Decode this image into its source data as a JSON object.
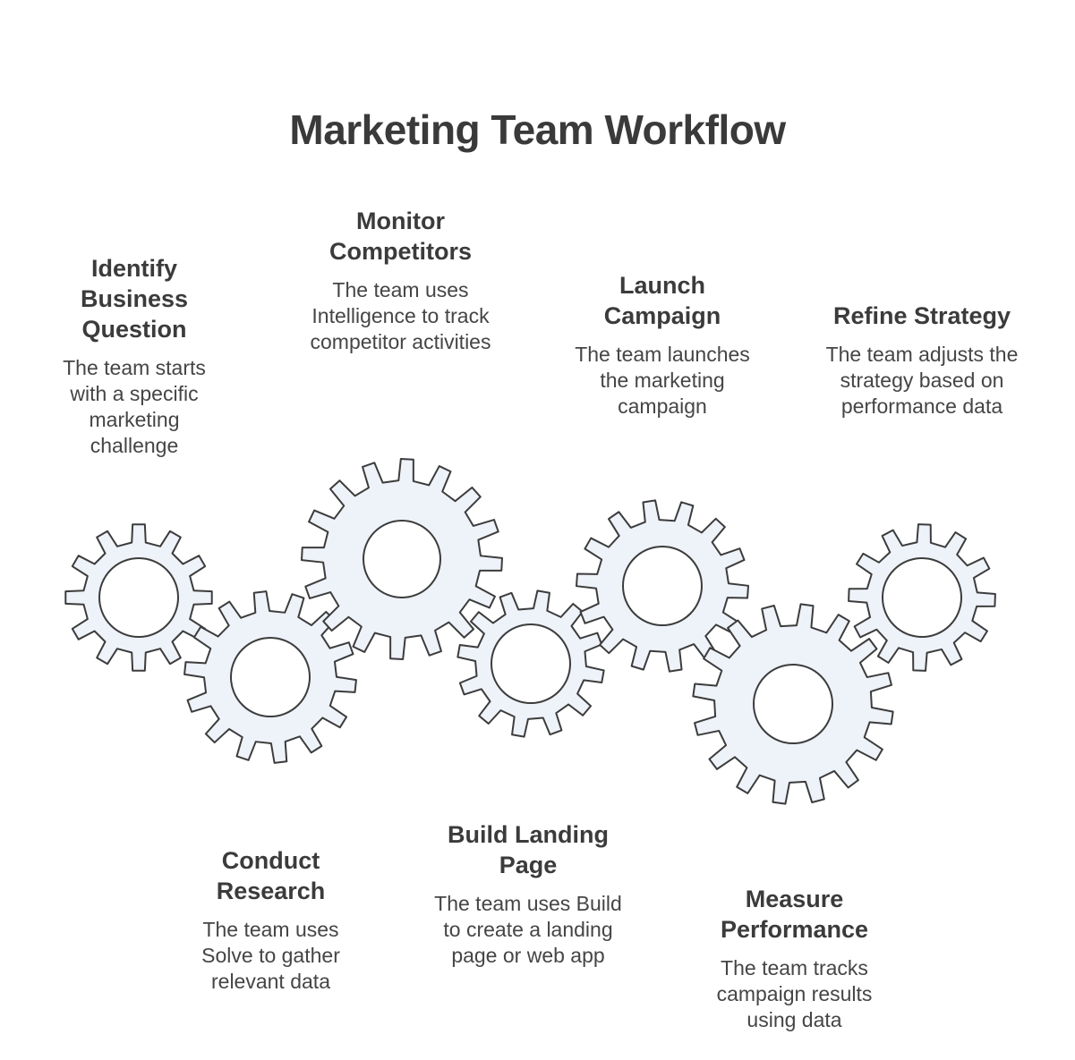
{
  "title": "Marketing Team Workflow",
  "colors": {
    "gear_fill": "#eef2f9",
    "gear_stroke": "#3c3c3c",
    "text": "#3d3d3d"
  },
  "steps": [
    {
      "head": "Identify Business Question",
      "desc": "The team starts with a specific marketing challenge",
      "icon": "gear-icon"
    },
    {
      "head": "Conduct Research",
      "desc": "The team uses Solve to gather relevant data",
      "icon": "gear-icon"
    },
    {
      "head": "Monitor Competitors",
      "desc": "The team uses Intelligence to track competitor activities",
      "icon": "gear-icon"
    },
    {
      "head": "Build Landing Page",
      "desc": "The team uses Build to create a landing page or web app",
      "icon": "gear-icon"
    },
    {
      "head": "Launch Campaign",
      "desc": "The team launches the marketing campaign",
      "icon": "gear-icon"
    },
    {
      "head": "Measure Performance",
      "desc": "The team tracks campaign results using data",
      "icon": "gear-icon"
    },
    {
      "head": "Refine Strategy",
      "desc": "The team adjusts the strategy based on performance data",
      "icon": "gear-icon"
    }
  ]
}
